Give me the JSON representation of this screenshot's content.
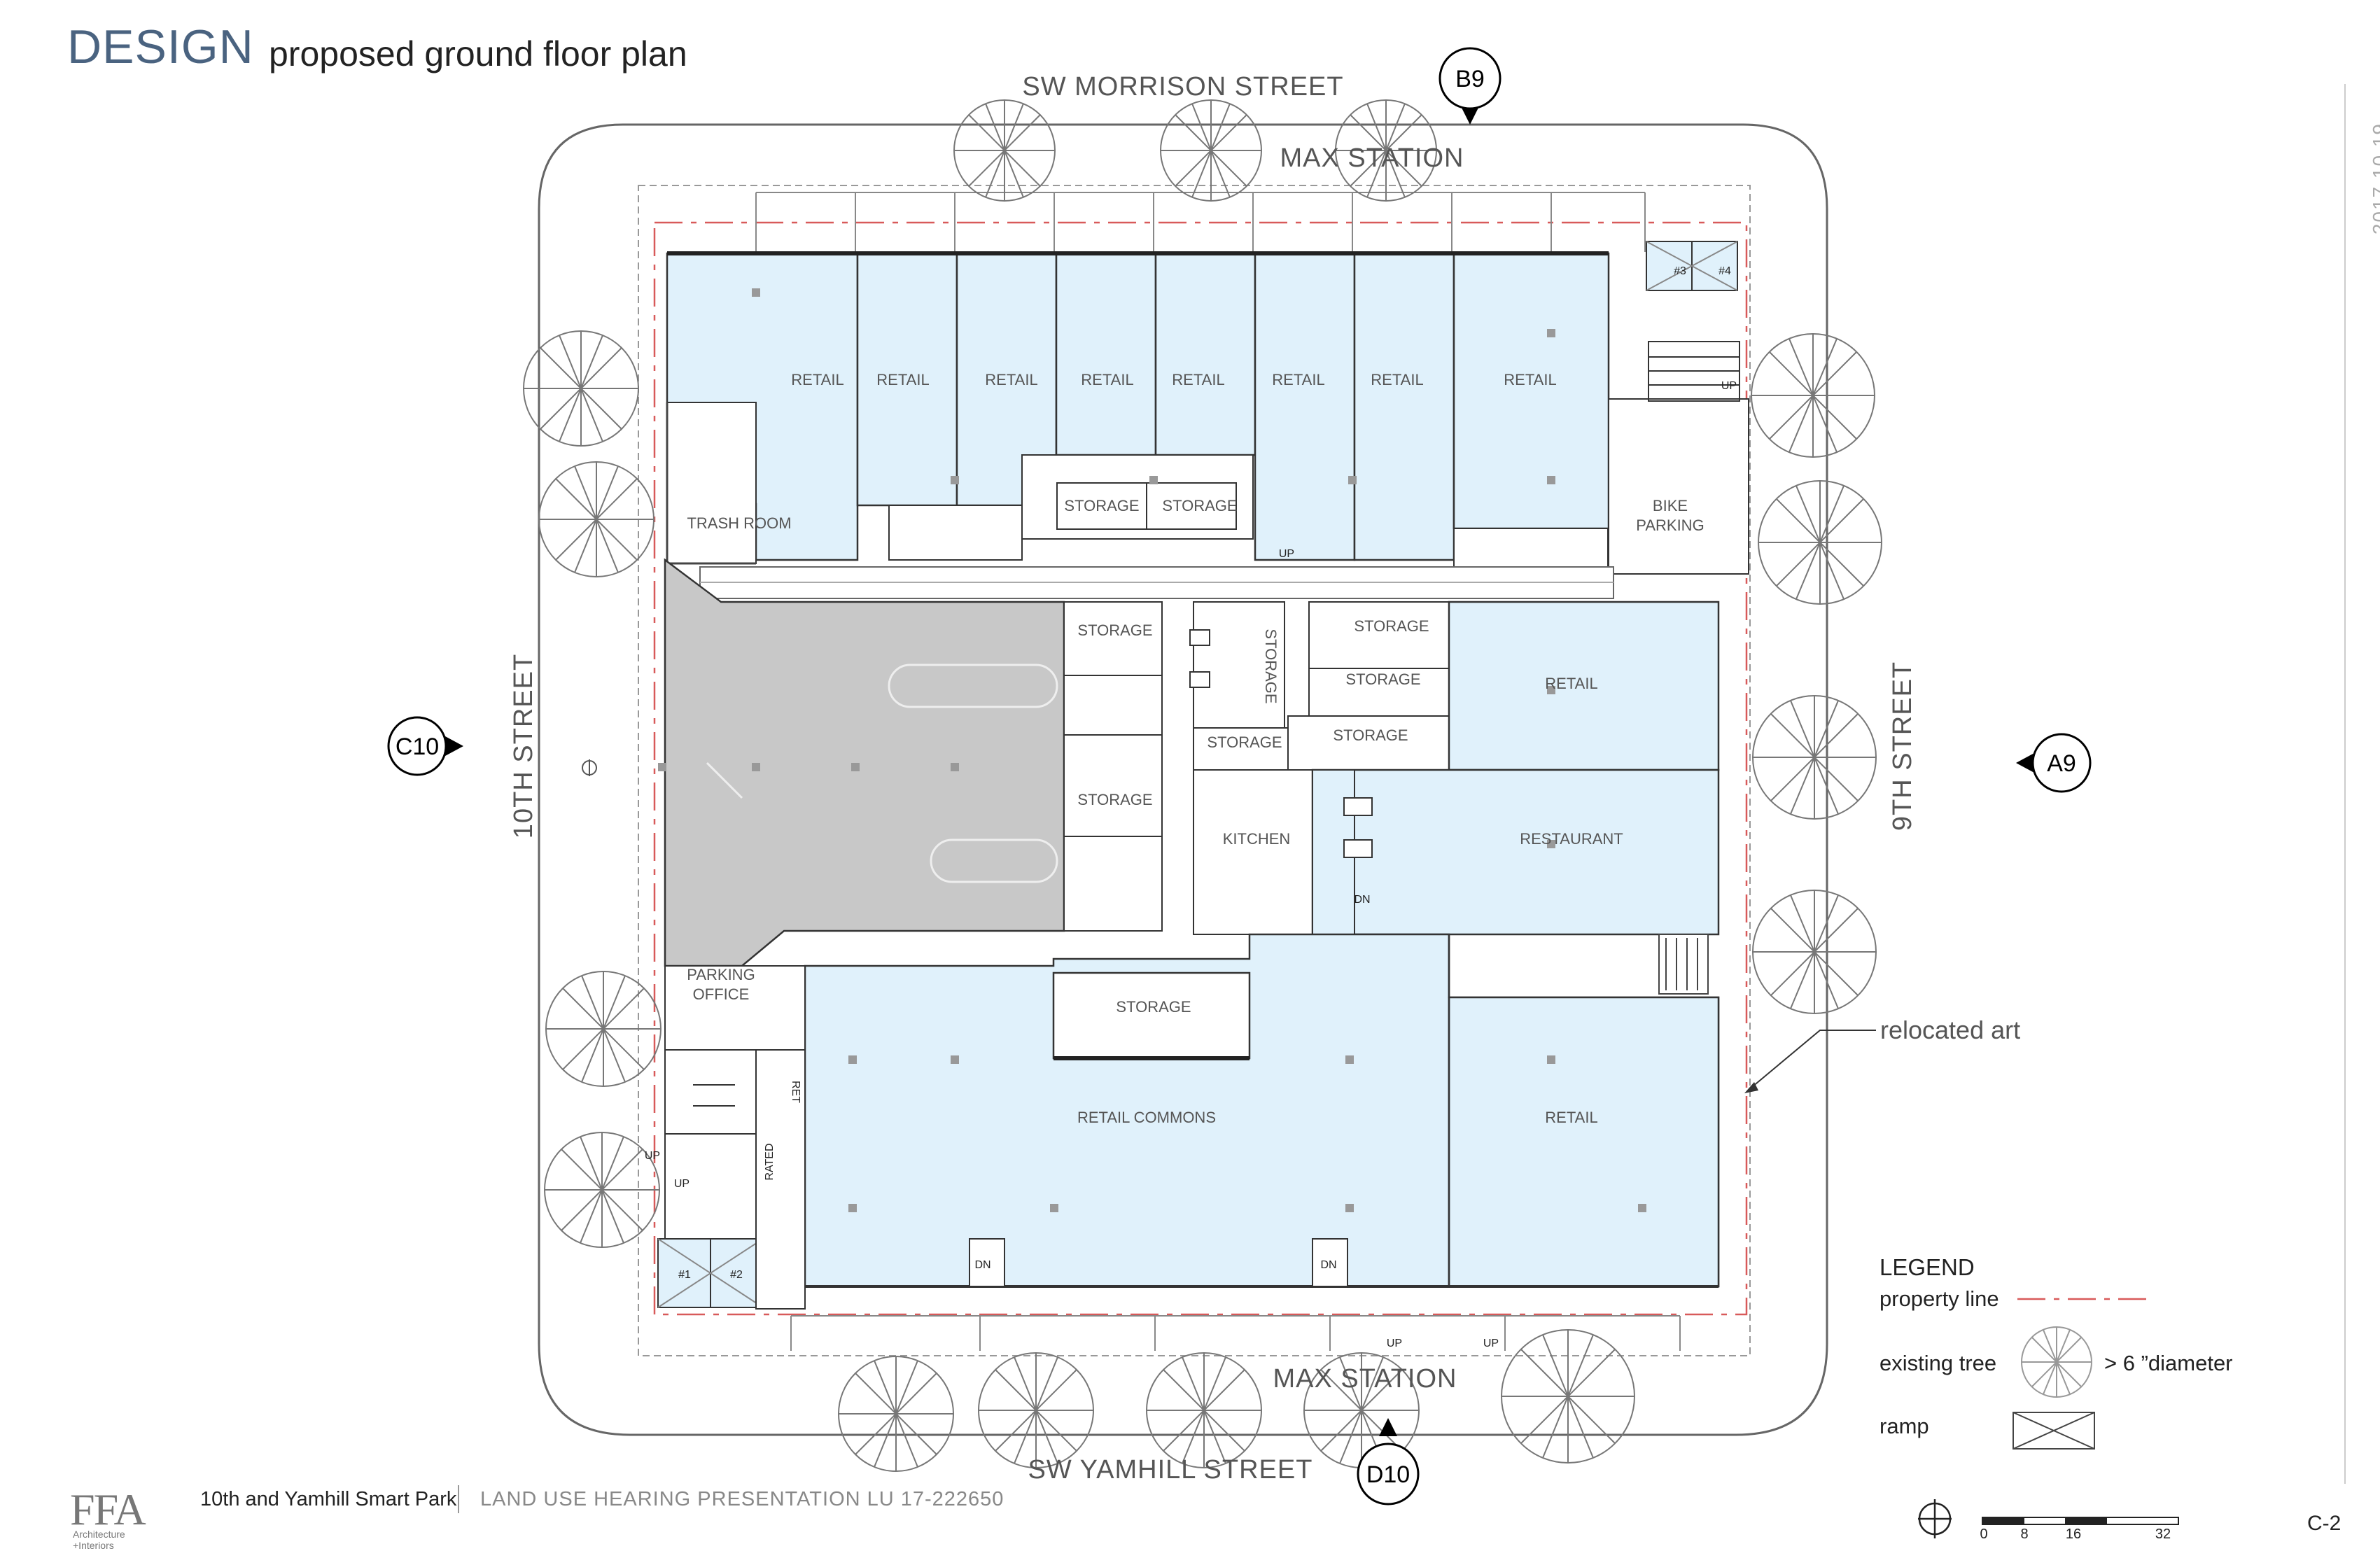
{
  "header": {
    "title": "DESIGN",
    "subtitle": "proposed ground floor plan"
  },
  "date": "2017.10.19",
  "streets": {
    "north": "SW MORRISON STREET",
    "south": "SW YAMHILL STREET",
    "west": "10TH STREET",
    "east": "9TH STREET",
    "max_north": "MAX STATION",
    "max_south": "MAX STATION"
  },
  "markers": {
    "north": "B9",
    "south": "D10",
    "west": "C10",
    "east": "A9"
  },
  "rooms": {
    "retail": "RETAIL",
    "storage": "STORAGE",
    "trash": "TRASH ROOM",
    "bike1": "BIKE",
    "bike2": "PARKING",
    "kitchen": "KITCHEN",
    "restaurant": "RESTAURANT",
    "parking1": "PARKING",
    "parking2": "OFFICE",
    "commons": "RETAIL COMMONS"
  },
  "tags": {
    "up": "UP",
    "dn": "DN",
    "e1": "#1",
    "e2": "#2",
    "e3": "#3",
    "e4": "#4",
    "ret": "RET",
    "rated": "RATED"
  },
  "callout": "relocated art",
  "legend": {
    "title": "LEGEND",
    "property": "property line",
    "tree": "existing tree",
    "diameter": "> 6 ”diameter",
    "ramp": "ramp"
  },
  "scale": [
    "0",
    "8",
    "16",
    "32"
  ],
  "footer": {
    "project": "10th and Yamhill Smart Park",
    "hearing": "LAND USE HEARING PRESENTATION LU 17-222650",
    "logo": "FFA",
    "logo_sub1": "Architecture",
    "logo_sub2": "+Interiors",
    "sheet": "C-2"
  },
  "colors": {
    "room_fill": "#e0f1fb",
    "parking_fill": "#c8c8c8",
    "title": "#4a6380",
    "property_line": "#d85a5a",
    "wall": "#333333"
  }
}
